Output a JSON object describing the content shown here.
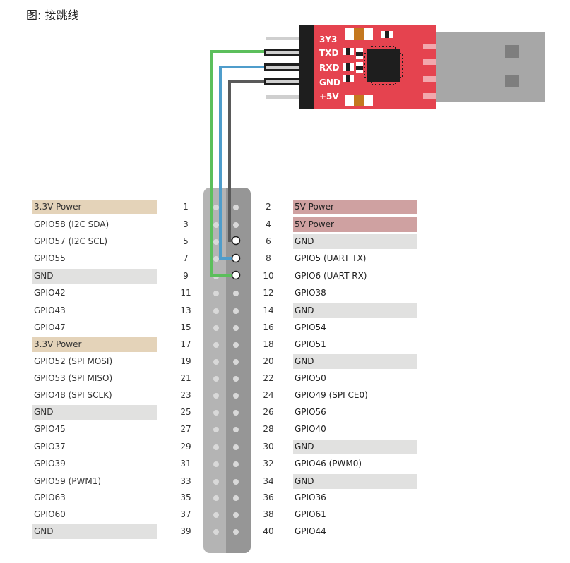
{
  "caption": "图: 接跳线",
  "module": {
    "pins": [
      "3Y3",
      "TXD",
      "RXD",
      "GND",
      "+5V"
    ],
    "board_color": "#e5434f",
    "usb_color": "#a7a7a7"
  },
  "header": {
    "left": [
      {
        "num": "1",
        "label": "3.3V Power",
        "type": "power33"
      },
      {
        "num": "3",
        "label": "GPIO58 (I2C SDA)",
        "type": ""
      },
      {
        "num": "5",
        "label": "GPIO57 (I2C SCL)",
        "type": ""
      },
      {
        "num": "7",
        "label": "GPIO55",
        "type": ""
      },
      {
        "num": "9",
        "label": "GND",
        "type": "gnd"
      },
      {
        "num": "11",
        "label": "GPIO42",
        "type": ""
      },
      {
        "num": "13",
        "label": "GPIO43",
        "type": ""
      },
      {
        "num": "15",
        "label": "GPIO47",
        "type": ""
      },
      {
        "num": "17",
        "label": "3.3V Power",
        "type": "power33"
      },
      {
        "num": "19",
        "label": "GPIO52 (SPI MOSI)",
        "type": ""
      },
      {
        "num": "21",
        "label": "GPIO53 (SPI MISO)",
        "type": ""
      },
      {
        "num": "23",
        "label": "GPIO48 (SPI SCLK)",
        "type": ""
      },
      {
        "num": "25",
        "label": "GND",
        "type": "gnd"
      },
      {
        "num": "27",
        "label": "GPIO45",
        "type": ""
      },
      {
        "num": "29",
        "label": "GPIO37",
        "type": ""
      },
      {
        "num": "31",
        "label": "GPIO39",
        "type": ""
      },
      {
        "num": "33",
        "label": "GPIO59 (PWM1)",
        "type": ""
      },
      {
        "num": "35",
        "label": "GPIO63",
        "type": ""
      },
      {
        "num": "37",
        "label": "GPIO60",
        "type": ""
      },
      {
        "num": "39",
        "label": "GND",
        "type": "gnd"
      }
    ],
    "right": [
      {
        "num": "2",
        "label": "5V Power",
        "type": "power5"
      },
      {
        "num": "4",
        "label": "5V Power",
        "type": "power5"
      },
      {
        "num": "6",
        "label": "GND",
        "type": "gnd"
      },
      {
        "num": "8",
        "label": "GPIO5 (UART TX)",
        "type": ""
      },
      {
        "num": "10",
        "label": "GPIO6 (UART RX)",
        "type": ""
      },
      {
        "num": "12",
        "label": "GPIO38",
        "type": ""
      },
      {
        "num": "14",
        "label": "GND",
        "type": "gnd"
      },
      {
        "num": "16",
        "label": "GPIO54",
        "type": ""
      },
      {
        "num": "18",
        "label": "GPIO51",
        "type": ""
      },
      {
        "num": "20",
        "label": "GND",
        "type": "gnd"
      },
      {
        "num": "22",
        "label": "GPIO50",
        "type": ""
      },
      {
        "num": "24",
        "label": "GPIO49 (SPI CE0)",
        "type": ""
      },
      {
        "num": "26",
        "label": "GPIO56",
        "type": ""
      },
      {
        "num": "28",
        "label": "GPIO40",
        "type": ""
      },
      {
        "num": "30",
        "label": "GND",
        "type": "gnd"
      },
      {
        "num": "32",
        "label": "GPIO46 (PWM0)",
        "type": ""
      },
      {
        "num": "34",
        "label": "GND",
        "type": "gnd"
      },
      {
        "num": "36",
        "label": "GPIO36",
        "type": ""
      },
      {
        "num": "38",
        "label": "GPIO61",
        "type": ""
      },
      {
        "num": "40",
        "label": "GPIO44",
        "type": ""
      }
    ]
  },
  "connections": [
    {
      "from": "TXD",
      "to_pin": "10",
      "color": "#5cbf5c"
    },
    {
      "from": "RXD",
      "to_pin": "8",
      "color": "#4f9dcb"
    },
    {
      "from": "GND",
      "to_pin": "6",
      "color": "#5a5a5a"
    }
  ],
  "colors": {
    "power33": "#e4d3b9",
    "power5": "#cfa1a1",
    "gnd": "#e1e1e0"
  }
}
